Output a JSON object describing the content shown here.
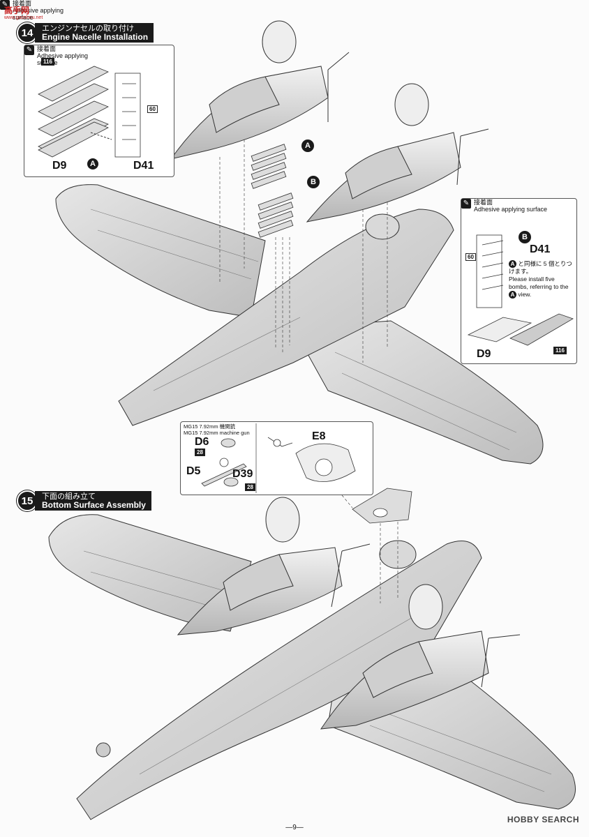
{
  "watermark": {
    "title": "高手网",
    "url": "www.gaoshou.net"
  },
  "step14": {
    "number": "14",
    "title_jp": "エンジンナセルの取り付け",
    "title_en": "Engine Nacelle Installation"
  },
  "step15": {
    "number": "15",
    "title_jp": "下面の組み立て",
    "title_en": "Bottom Surface Assembly"
  },
  "inset_a": {
    "part_num_bombs": "116",
    "part_num_rack": "60",
    "glue_jp": "接着面",
    "glue_en": "Adhesive applying surface",
    "label_d9": "D9",
    "label_d41": "D41",
    "circle": "A"
  },
  "inset_b": {
    "glue_jp": "接着面",
    "glue_en": "Adhesive applying surface",
    "circle": "B",
    "label_d41": "D41",
    "part_num_rack": "60",
    "note_circle": "A",
    "note_jp": "と同様に 5 個とりつけます。",
    "note_en_pre": "Please install five bombs, referring to the",
    "note_en_post": "view.",
    "label_d9": "D9",
    "part_num_bomb": "116"
  },
  "center_callouts": {
    "a": "A",
    "b": "B",
    "glue_jp": "接着面",
    "glue_en": "Adhesive applying surface"
  },
  "mg_box": {
    "title_jp": "MG15 7.92mm 機関銃",
    "title_en": "MG15 7.92mm machine gun",
    "d6": "D6",
    "d5": "D5",
    "d39": "D39",
    "e8": "E8",
    "num_28a": "28",
    "num_28b": "28"
  },
  "footer": {
    "page": "—9—",
    "logo": "HOBBY SEARCH"
  }
}
